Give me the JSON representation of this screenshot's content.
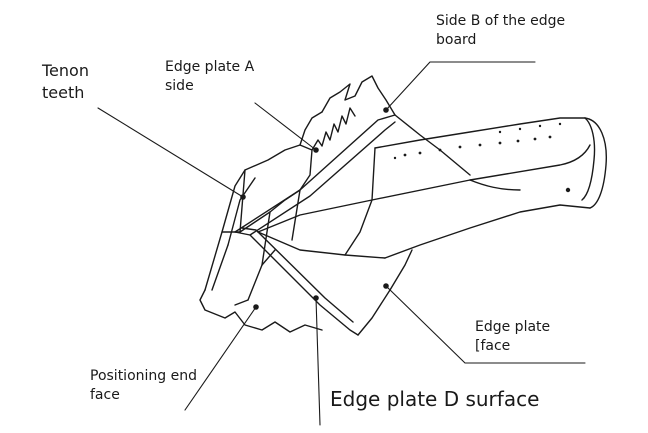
{
  "labels": {
    "tenon_teeth": "Tenon teeth",
    "edge_plate_a_side": "Edge plate A side",
    "side_b": "Side B of the edge board",
    "edge_plate_face": "Edge plate [face",
    "positioning_end_face": "Positioning end face",
    "edge_plate_d_surface": "Edge plate D surface"
  },
  "colors": {
    "line": "#1a1a1a",
    "background": "#ffffff"
  }
}
